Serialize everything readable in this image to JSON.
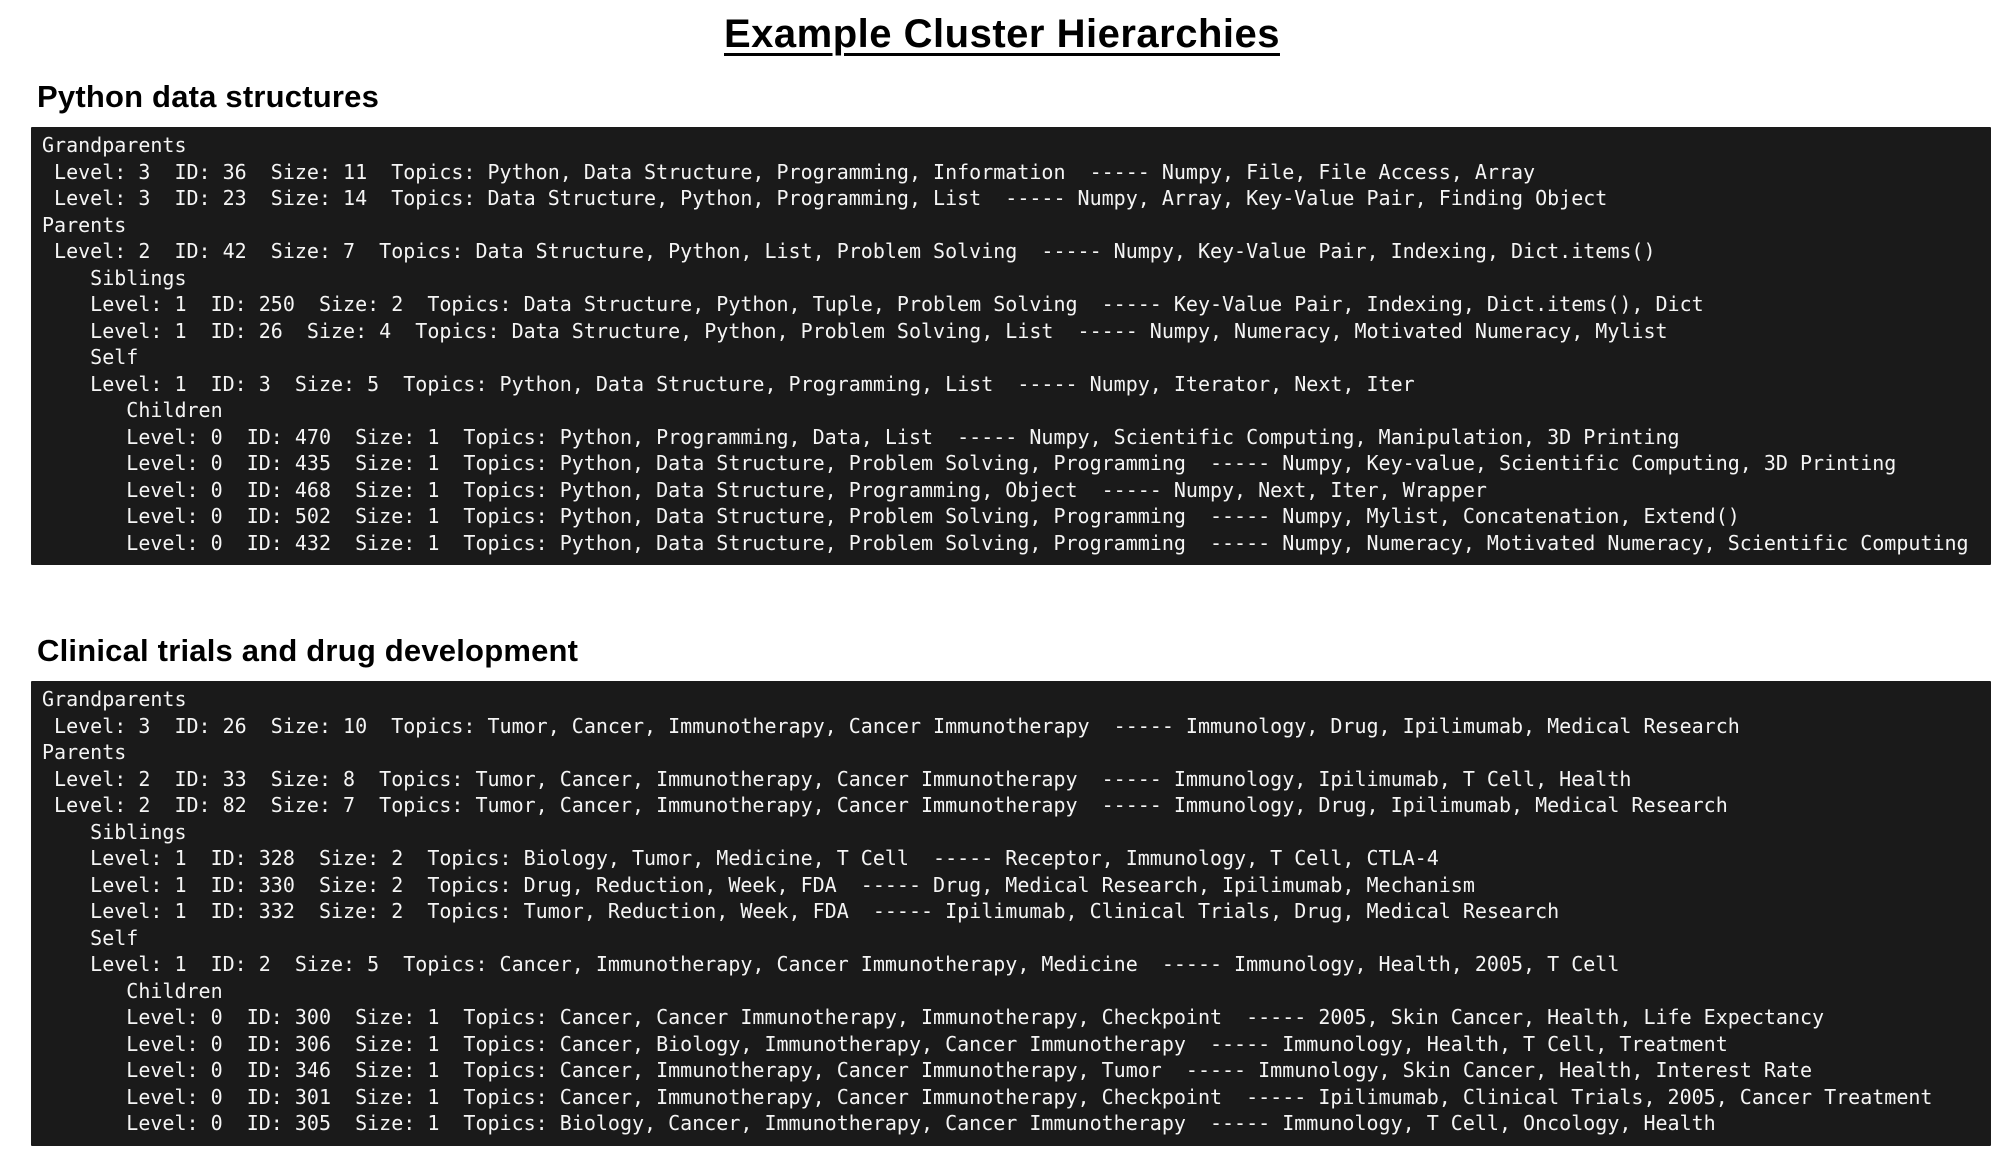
{
  "title": "Example Cluster Hierarchies",
  "colors": {
    "console_bg": "#1a1a1a",
    "console_text": "#f5f5f5"
  },
  "sections": [
    {
      "id": "python",
      "heading": "Python data structures",
      "console_lines": [
        "Grandparents",
        " Level: 3  ID: 36  Size: 11  Topics: Python, Data Structure, Programming, Information  ----- Numpy, File, File Access, Array",
        " Level: 3  ID: 23  Size: 14  Topics: Data Structure, Python, Programming, List  ----- Numpy, Array, Key-Value Pair, Finding Object",
        "Parents",
        " Level: 2  ID: 42  Size: 7  Topics: Data Structure, Python, List, Problem Solving  ----- Numpy, Key-Value Pair, Indexing, Dict.items()",
        "    Siblings",
        "    Level: 1  ID: 250  Size: 2  Topics: Data Structure, Python, Tuple, Problem Solving  ----- Key-Value Pair, Indexing, Dict.items(), Dict",
        "    Level: 1  ID: 26  Size: 4  Topics: Data Structure, Python, Problem Solving, List  ----- Numpy, Numeracy, Motivated Numeracy, Mylist",
        "    Self",
        "    Level: 1  ID: 3  Size: 5  Topics: Python, Data Structure, Programming, List  ----- Numpy, Iterator, Next, Iter",
        "       Children",
        "       Level: 0  ID: 470  Size: 1  Topics: Python, Programming, Data, List  ----- Numpy, Scientific Computing, Manipulation, 3D Printing",
        "       Level: 0  ID: 435  Size: 1  Topics: Python, Data Structure, Problem Solving, Programming  ----- Numpy, Key-value, Scientific Computing, 3D Printing",
        "       Level: 0  ID: 468  Size: 1  Topics: Python, Data Structure, Programming, Object  ----- Numpy, Next, Iter, Wrapper",
        "       Level: 0  ID: 502  Size: 1  Topics: Python, Data Structure, Problem Solving, Programming  ----- Numpy, Mylist, Concatenation, Extend()",
        "       Level: 0  ID: 432  Size: 1  Topics: Python, Data Structure, Problem Solving, Programming  ----- Numpy, Numeracy, Motivated Numeracy, Scientific Computing"
      ]
    },
    {
      "id": "clinical",
      "heading": "Clinical trials and drug development",
      "console_lines": [
        "Grandparents",
        " Level: 3  ID: 26  Size: 10  Topics: Tumor, Cancer, Immunotherapy, Cancer Immunotherapy  ----- Immunology, Drug, Ipilimumab, Medical Research",
        "Parents",
        " Level: 2  ID: 33  Size: 8  Topics: Tumor, Cancer, Immunotherapy, Cancer Immunotherapy  ----- Immunology, Ipilimumab, T Cell, Health",
        " Level: 2  ID: 82  Size: 7  Topics: Tumor, Cancer, Immunotherapy, Cancer Immunotherapy  ----- Immunology, Drug, Ipilimumab, Medical Research",
        "    Siblings",
        "    Level: 1  ID: 328  Size: 2  Topics: Biology, Tumor, Medicine, T Cell  ----- Receptor, Immunology, T Cell, CTLA-4",
        "    Level: 1  ID: 330  Size: 2  Topics: Drug, Reduction, Week, FDA  ----- Drug, Medical Research, Ipilimumab, Mechanism",
        "    Level: 1  ID: 332  Size: 2  Topics: Tumor, Reduction, Week, FDA  ----- Ipilimumab, Clinical Trials, Drug, Medical Research",
        "    Self",
        "    Level: 1  ID: 2  Size: 5  Topics: Cancer, Immunotherapy, Cancer Immunotherapy, Medicine  ----- Immunology, Health, 2005, T Cell",
        "       Children",
        "       Level: 0  ID: 300  Size: 1  Topics: Cancer, Cancer Immunotherapy, Immunotherapy, Checkpoint  ----- 2005, Skin Cancer, Health, Life Expectancy",
        "       Level: 0  ID: 306  Size: 1  Topics: Cancer, Biology, Immunotherapy, Cancer Immunotherapy  ----- Immunology, Health, T Cell, Treatment",
        "       Level: 0  ID: 346  Size: 1  Topics: Cancer, Immunotherapy, Cancer Immunotherapy, Tumor  ----- Immunology, Skin Cancer, Health, Interest Rate",
        "       Level: 0  ID: 301  Size: 1  Topics: Cancer, Immunotherapy, Cancer Immunotherapy, Checkpoint  ----- Ipilimumab, Clinical Trials, 2005, Cancer Treatment",
        "       Level: 0  ID: 305  Size: 1  Topics: Biology, Cancer, Immunotherapy, Cancer Immunotherapy  ----- Immunology, T Cell, Oncology, Health"
      ]
    }
  ]
}
